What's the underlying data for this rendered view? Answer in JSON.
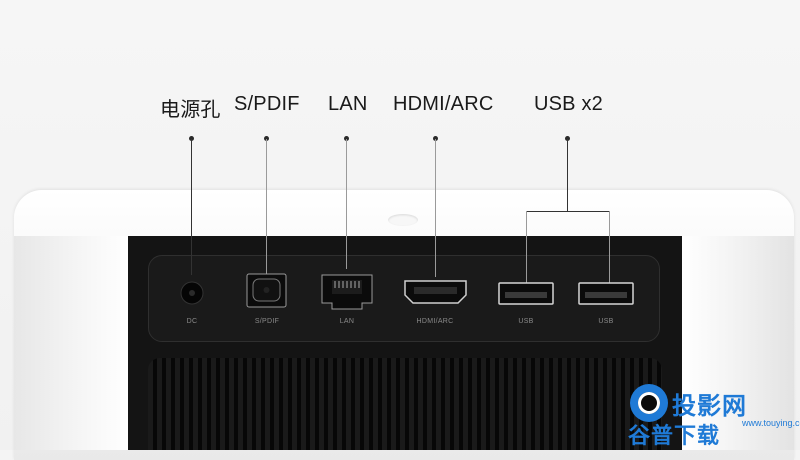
{
  "callouts": {
    "power": "电源孔",
    "spdif": "S/PDIF",
    "lan": "LAN",
    "hdmi": "HDMI/ARC",
    "usb": "USB x2"
  },
  "port_labels": {
    "dc": "DC",
    "spdif": "S/PDIF",
    "lan": "LAN",
    "hdmi": "HDMI/ARC",
    "usb1": "USB",
    "usb2": "USB"
  },
  "watermark": {
    "brand_top": "投影网",
    "brand_bottom": "谷普下载",
    "url": "www.touying.com",
    "color": "#1f7ad6"
  },
  "colors": {
    "device_body": "#f4f4f4",
    "rear_panel": "#141414"
  },
  "icons": [
    "dc-jack-icon",
    "spdif-port-icon",
    "lan-port-icon",
    "hdmi-port-icon",
    "usb-port-icon",
    "usb-port-icon"
  ]
}
